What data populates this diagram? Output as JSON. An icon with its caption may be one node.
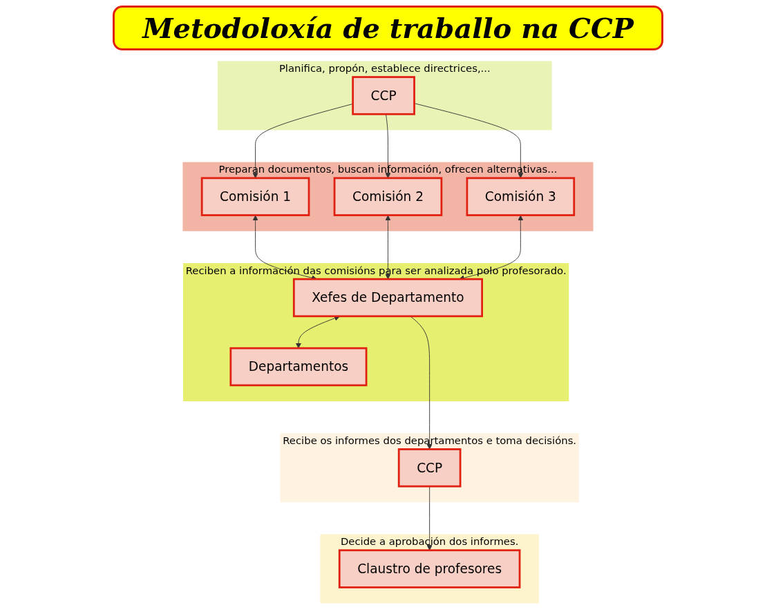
{
  "diagram": {
    "title": "Metodoloxía de traballo na CCP",
    "nodes": [
      {
        "text": [
          "Planifica, propón, establece directrices,..."
        ]
      },
      {
        "text": [
          "CCP"
        ],
        "in": 0
      },
      {
        "text": [
          "Preparan documentos, buscan información, ofrecen alternativas..."
        ]
      },
      {
        "text": [
          "Comisión 1"
        ],
        "in": 2
      },
      {
        "text": [
          "Comisión 2"
        ],
        "in": 2
      },
      {
        "text": [
          "Comisión 3"
        ],
        "in": 2
      },
      {
        "text": [
          "Reciben a información das comisións para ser analizada polo profesorado."
        ]
      },
      {
        "text": [
          "Xefes de Departamento"
        ],
        "in": 6
      },
      {
        "text": [
          "Departamentos"
        ],
        "in": 6
      },
      {
        "text": [
          "Recibe os informes dos departamentos e toma decisións."
        ]
      },
      {
        "text": [
          "CCP"
        ],
        "in": 9
      },
      {
        "text": [
          "Decide a aprobación dos informes."
        ]
      },
      {
        "text": [
          "Claustro de profesores"
        ],
        "in": 11
      }
    ],
    "edges": [
      {
        "from": 1,
        "to": 3,
        "arrow": "to"
      },
      {
        "from": 1,
        "to": 4,
        "arrow": "to"
      },
      {
        "from": 1,
        "to": 5,
        "arrow": "to"
      },
      {
        "from": 3,
        "to": 7,
        "arrow": "both"
      },
      {
        "from": 4,
        "to": 7,
        "arrow": "both"
      },
      {
        "from": 5,
        "to": 7,
        "arrow": "both"
      },
      {
        "from": 7,
        "to": 8,
        "arrow": "both"
      },
      {
        "from": 7,
        "to": 10,
        "arrow": "to"
      },
      {
        "from": 10,
        "to": 12,
        "arrow": "to"
      }
    ]
  }
}
